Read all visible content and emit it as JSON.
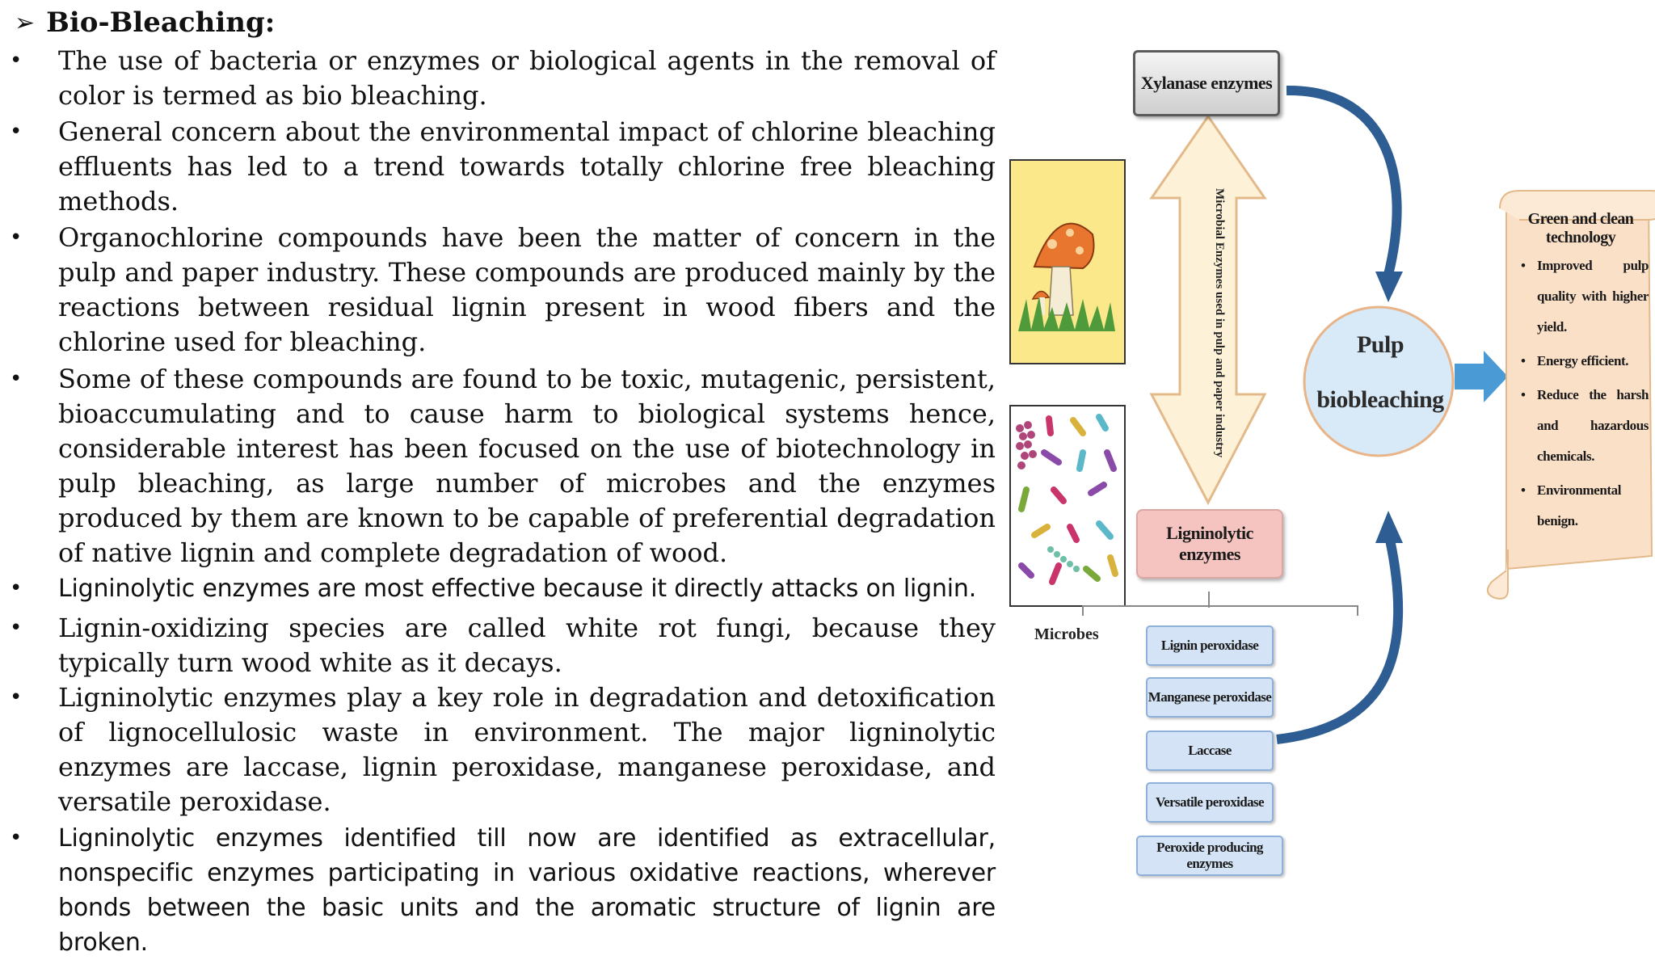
{
  "heading": {
    "title": "Bio-Bleaching:",
    "marker_icon": "arrowhead-bullet-icon"
  },
  "bullets": [
    "The use of bacteria or enzymes or biological agents in the removal of color is termed as bio bleaching.",
    "General concern about the environmental impact of chlorine bleaching effluents has led to a trend towards totally chlorine free bleaching methods.",
    "Organochlorine compounds have been the matter of concern in the pulp and paper industry. These compounds are produced mainly by the reactions between residual lignin present in wood fibers and the chlorine used for bleaching.",
    " Some of these compounds are found to be toxic, mutagenic, persistent, bioaccumulating and to cause harm to biological systems hence, considerable interest has been focused on the use of biotechnology in pulp bleaching, as large number of microbes and the enzymes produced by them are known to be capable of preferential degradation of native lignin and complete degradation of wood.",
    "Ligninolytic enzymes are most effective because it directly attacks on lignin.",
    "Lignin-oxidizing species are called white rot fungi, because they typically turn wood white as it decays.",
    "Ligninolytic enzymes play a key role in degradation and detoxification of lignocellulosic waste in environment. The major ligninolytic enzymes are laccase, lignin peroxidase, manganese peroxidase, and versatile peroxidase.",
    "Ligninolytic enzymes identified till now are identified as extracellular, nonspecific enzymes participating in various oxidative reactions, wherever bonds between the basic units and the aromatic structure of lignin are broken."
  ],
  "bullet_glyph": "•",
  "diagram": {
    "top_box": "Xylanase enzymes",
    "vertical_arrow_label": "Microbial Enzymes used in pulp and paper industry",
    "bottom_box": "Ligninolytic enzymes",
    "sub_enzymes": [
      "Lignin peroxidase",
      "Manganese peroxidase",
      "Laccase",
      "Versatile peroxidase",
      "Peroxide producing enzymes"
    ],
    "microbes_label": "Microbes",
    "circle_line1": "Pulp",
    "circle_line2": "biobleaching",
    "scroll_title": "Green and clean technology",
    "benefits": [
      "Improved pulp quality with higher yield.",
      "Energy efficient.",
      "Reduce the harsh and hazardous chemicals.",
      "Environmental benign."
    ],
    "colors": {
      "circle_fill": "#d8e9f7",
      "circle_stroke": "#e8b488",
      "arrow_blue": "#2d5d93",
      "big_arrow_fill": "#fdf2d8",
      "scroll_fill": "#fbe0c8",
      "mushroom_bg": "#fbe88a"
    }
  }
}
